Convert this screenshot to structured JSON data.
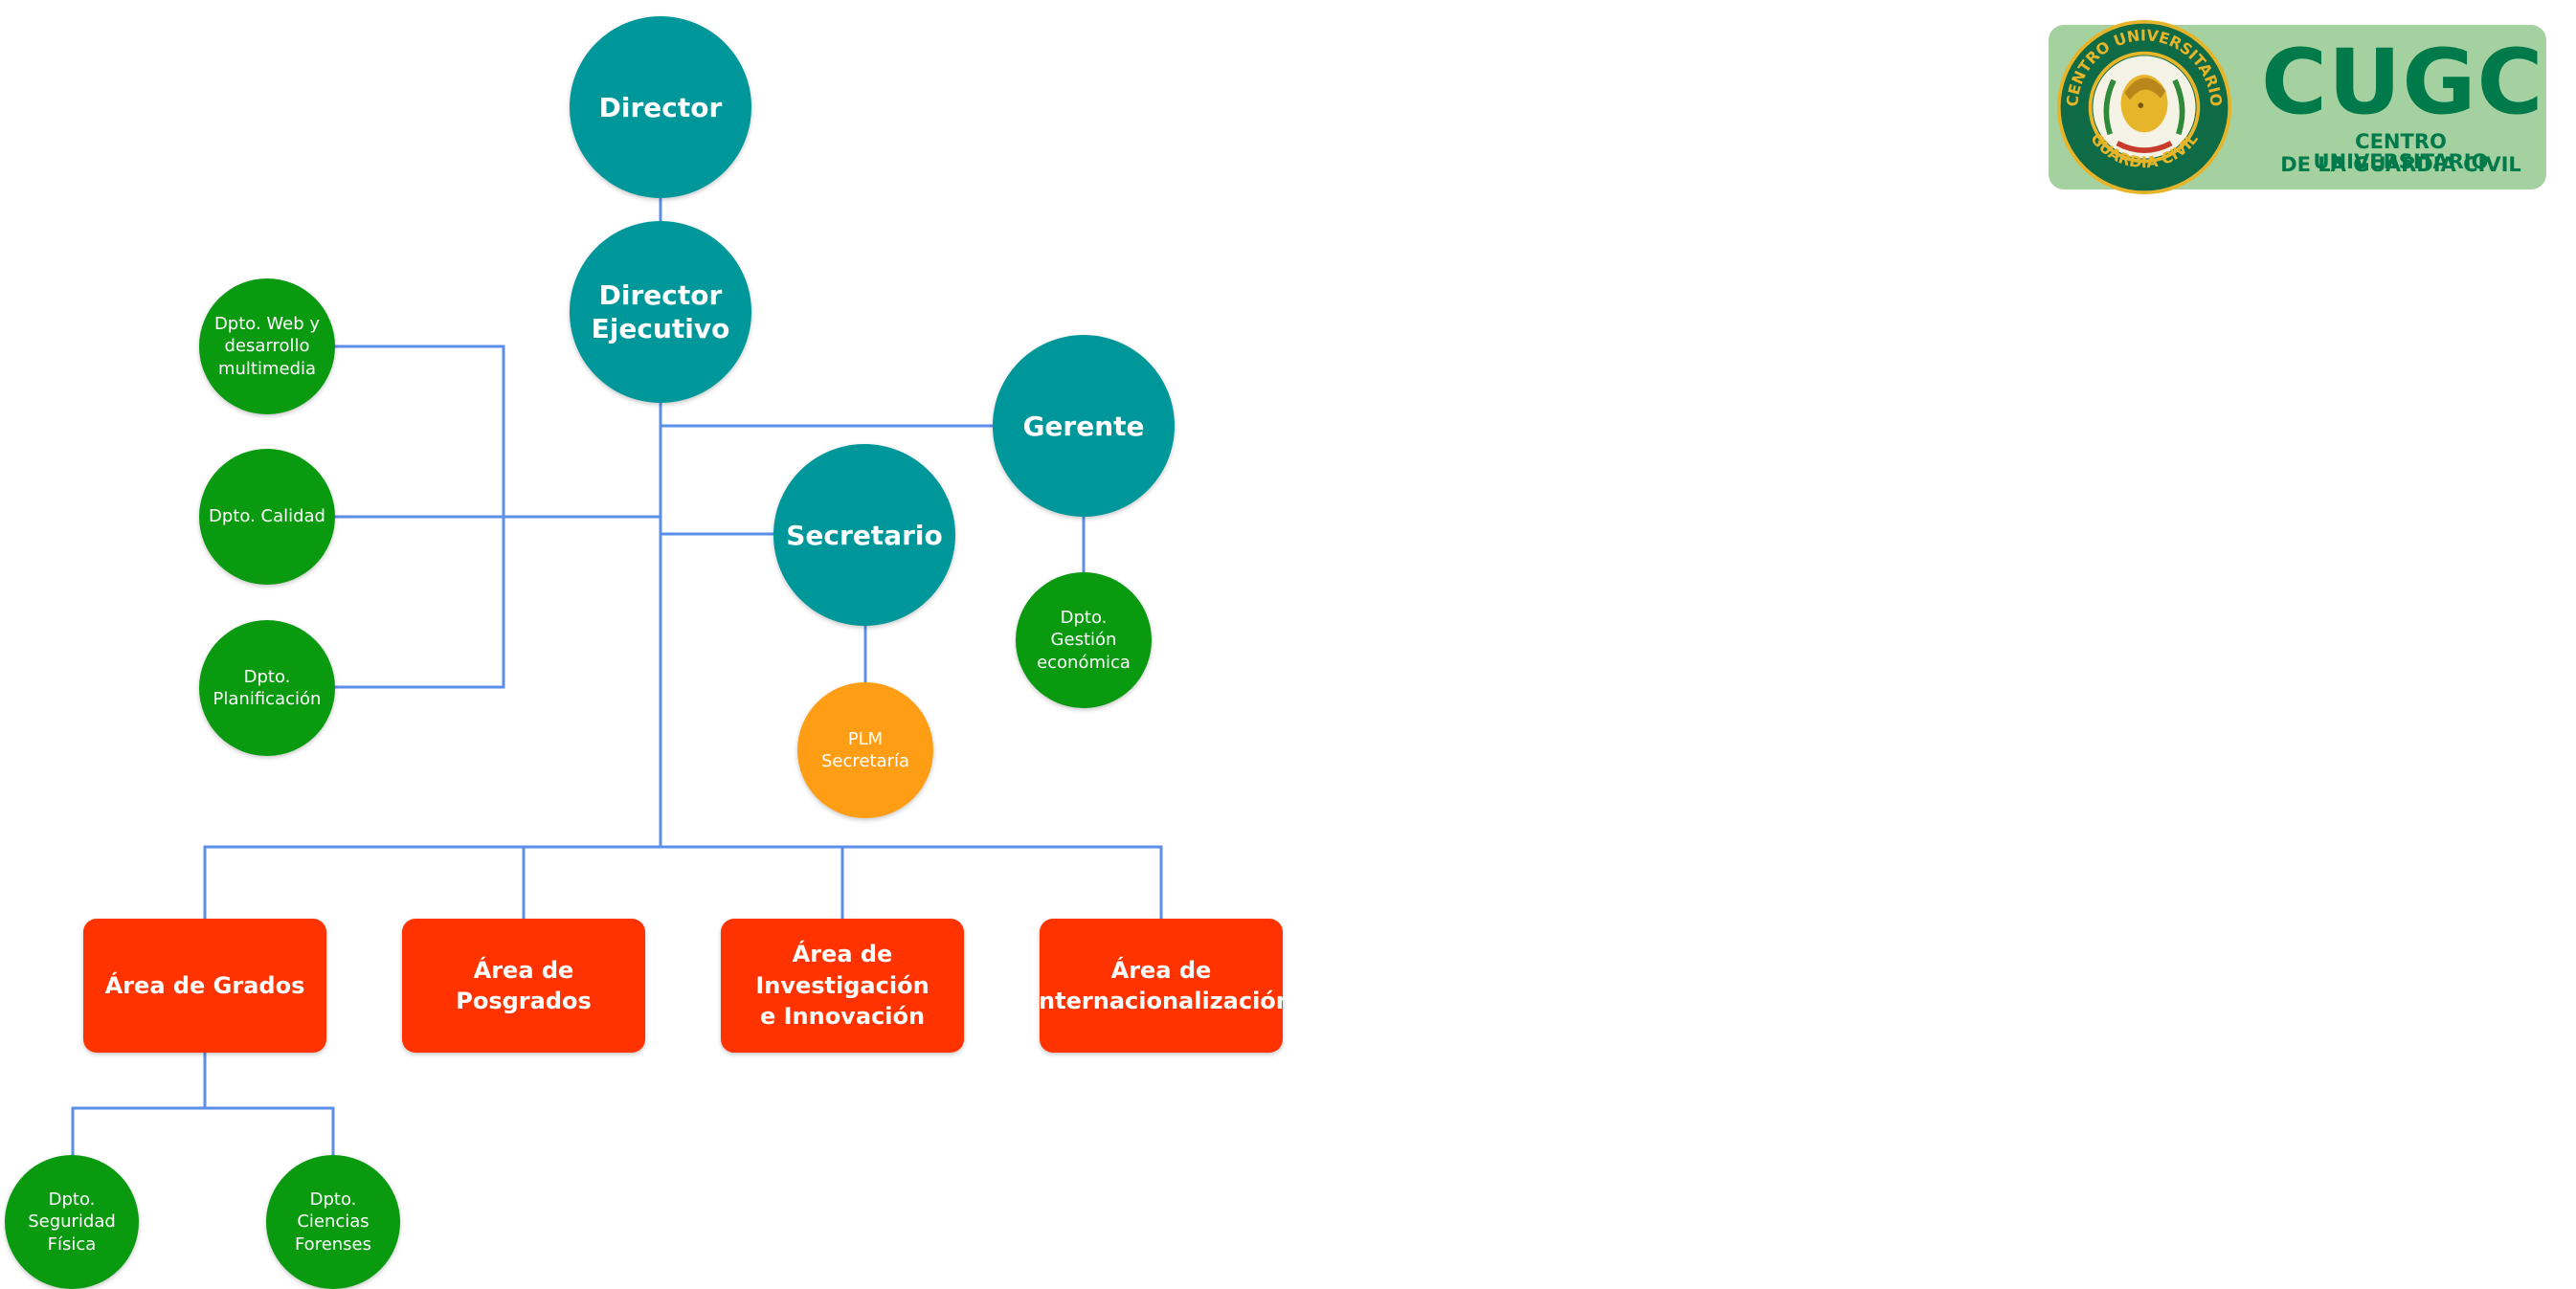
{
  "colors": {
    "teal": "#00979a",
    "green": "#0a9a10",
    "orange": "#ff9e14",
    "red": "#ff3300",
    "connector": "#5b8fe8",
    "logo_bg": "#a5d1a1",
    "logo_green": "#007a4a",
    "seal_ring": "#0f6b46",
    "seal_gold": "#e7b52a"
  },
  "nodes": {
    "director": "Director",
    "director_ejecutivo": "Director\nEjecutivo",
    "gerente": "Gerente",
    "secretario": "Secretario",
    "dpto_web": "Dpto. Web y\ndesarrollo\nmultimedia",
    "dpto_calidad": "Dpto. Calidad",
    "dpto_planificacion": "Dpto.\nPlanificación",
    "dpto_gestion": "Dpto.\nGestión\neconómica",
    "plm_secretaria": "PLM\nSecretaría",
    "area_grados": "Área de Grados",
    "area_posgrados": "Área de Posgrados",
    "area_investigacion": "Área de Investigación\ne Innovación",
    "area_internacionalizacion": "Área de\nInternacionalización",
    "dpto_seguridad": "Dpto.\nSeguridad\nFísica",
    "dpto_forenses": "Dpto.\nCiencias\nForenses"
  },
  "logo": {
    "abbr": "CUGC",
    "line1": "CENTRO UNIVERSITARIO",
    "line2": "DE LA GUARDIA CIVIL",
    "seal_top": "CENTRO UNIVERSITARIO",
    "seal_bottom": "GUARDIA CIVIL"
  }
}
